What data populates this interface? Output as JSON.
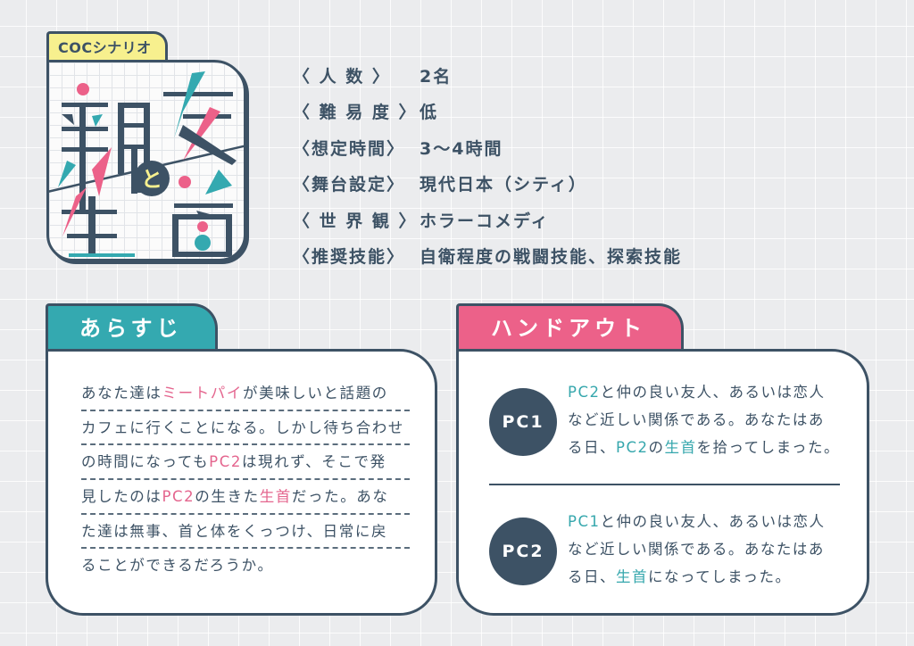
{
  "logo": {
    "tag": "COCシナリオ",
    "title_chars": [
      "親",
      "友",
      "と",
      "生",
      "首"
    ],
    "title": "親友と生首",
    "colors": {
      "pink": "#ec6189",
      "teal": "#34a9b0",
      "navy": "#3d5265",
      "yellow": "#f7f08e"
    }
  },
  "info": [
    {
      "label": "〈 人 数 〉",
      "value": "2名"
    },
    {
      "label": "〈 難 易 度 〉",
      "value": "低"
    },
    {
      "label": "〈想定時間〉",
      "value": "3～4時間"
    },
    {
      "label": "〈舞台設定〉",
      "value": "現代日本（シティ）"
    },
    {
      "label": "〈 世 界 観 〉",
      "value": "ホラーコメディ"
    },
    {
      "label": "〈推奨技能〉",
      "value": "自衛程度の戦闘技能、探索技能"
    }
  ],
  "synopsis": {
    "heading": "あらすじ",
    "lines": [
      [
        {
          "t": "あなた達は"
        },
        {
          "t": "ミートパイ",
          "hl": "pink"
        },
        {
          "t": "が美味しいと話題の"
        }
      ],
      [
        {
          "t": "カフェに行くことになる。しかし待ち合わせ"
        }
      ],
      [
        {
          "t": "の時間になっても"
        },
        {
          "t": "PC2",
          "hl": "pink"
        },
        {
          "t": "は現れず、そこで発"
        }
      ],
      [
        {
          "t": "見したのは"
        },
        {
          "t": "PC2",
          "hl": "pink"
        },
        {
          "t": "の生きた"
        },
        {
          "t": "生首",
          "hl": "pink"
        },
        {
          "t": "だった。あな"
        }
      ],
      [
        {
          "t": "た達は無事、首と体をくっつけ、日常に戻"
        }
      ],
      [
        {
          "t": "ることができるだろうか。"
        }
      ]
    ]
  },
  "handout": {
    "heading": "ハンドアウト",
    "items": [
      {
        "badge": "PC1",
        "lines": [
          [
            {
              "t": "PC2",
              "hl": "teal"
            },
            {
              "t": "と仲の良い友人、あるいは恋人"
            }
          ],
          [
            {
              "t": "など近しい関係である。あなたはあ"
            }
          ],
          [
            {
              "t": "る日、"
            },
            {
              "t": "PC2",
              "hl": "teal"
            },
            {
              "t": "の"
            },
            {
              "t": "生首",
              "hl": "teal"
            },
            {
              "t": "を拾ってしまった。"
            }
          ]
        ]
      },
      {
        "badge": "PC2",
        "lines": [
          [
            {
              "t": "PC1",
              "hl": "teal"
            },
            {
              "t": "と仲の良い友人、あるいは恋人"
            }
          ],
          [
            {
              "t": "など近しい関係である。あなたはあ"
            }
          ],
          [
            {
              "t": "る日、"
            },
            {
              "t": "生首",
              "hl": "teal"
            },
            {
              "t": "になってしまった。"
            }
          ]
        ]
      }
    ]
  }
}
